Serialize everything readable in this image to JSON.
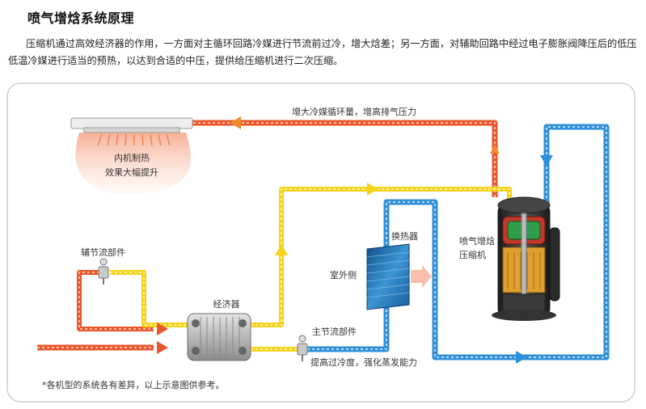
{
  "page": {
    "title": "喷气增焓系统原理",
    "intro": "压缩机通过高效经济器的作用，一方面对主循环回路冷媒进行节流前过冷，增大焓差；另一方面，对辅助回路中经过电子膨胀阀降压后的低压低温冷媒进行适当的预热，以达到合适的中压，提供给压缩机进行二次压缩。"
  },
  "diagram": {
    "top_flow_label": "增大冷媒循环量，增高排气压力",
    "indoor_label_1": "内机制热",
    "indoor_label_2": "效果大幅提升",
    "aux_throttle_label": "辅节流部件",
    "economizer_label": "经济器",
    "main_throttle_label": "主节流部件",
    "heat_exchanger_label": "换热器",
    "outdoor_label": "室外侧",
    "compressor_label_1": "喷气增焓",
    "compressor_label_2": "压缩机",
    "subcool_label": "提高过冷度，强化蒸发能力",
    "footnote": "*各机型的系统各有差异，以上示意图供参考。",
    "colors": {
      "hot": "#e8562a",
      "warm": "#f5d21a",
      "cold": "#2f8fd8"
    }
  }
}
